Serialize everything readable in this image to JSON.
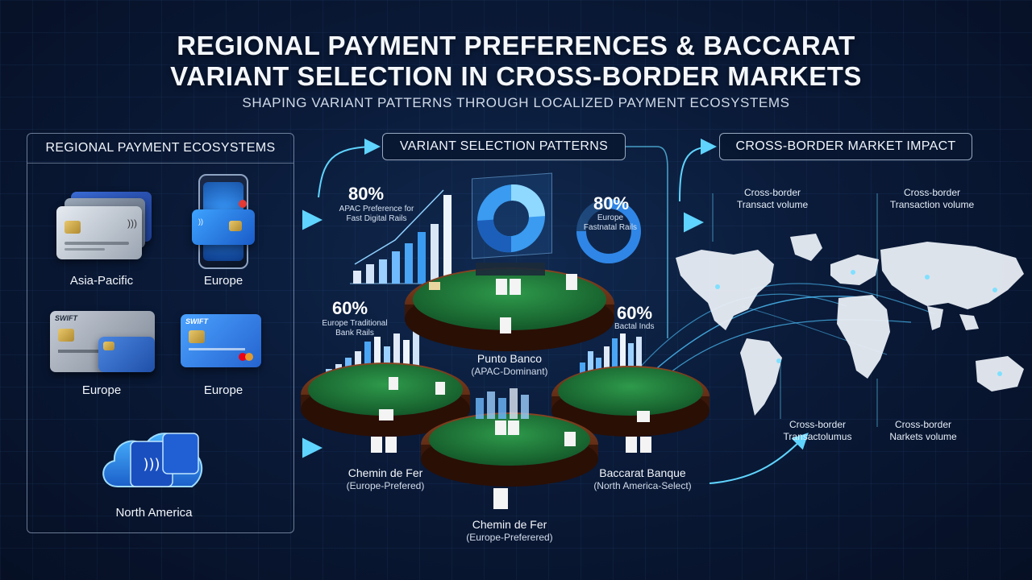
{
  "header": {
    "title_line1": "REGIONAL PAYMENT PREFERENCES & BACCARAT",
    "title_line2": "VARIANT SELECTION IN CROSS-BORDER MARKETS",
    "subtitle": "SHAPING VARIANT PATTERNS THROUGH LOCALIZED PAYMENT ECOSYSTEMS"
  },
  "sections": {
    "payment": "REGIONAL PAYMENT ECOSYSTEMS",
    "variant": "VARIANT SELECTION PATTERNS",
    "impact": "CROSS-BORDER MARKET IMPACT"
  },
  "regions": {
    "asia_pacific": "Asia-Pacific",
    "europe_mobile": "Europe",
    "europe_swift": "Europe",
    "europe_card": "Europe",
    "north_america": "North America"
  },
  "card_text": {
    "swift1": "SWIFT",
    "swift2": "SWIFT"
  },
  "stats": {
    "apac_pct": "80%",
    "apac_desc_1": "APAC Preference for",
    "apac_desc_2": "Fast Digital Rails",
    "europe_pct": "80%",
    "europe_desc_1": "Europe",
    "europe_desc_2": "Fastnatal Rails",
    "eu_trad_pct": "60%",
    "eu_trad_desc_1": "Europe Traditional",
    "eu_trad_desc_2": "Bank Rails",
    "bactal_pct": "60%",
    "bactal_desc": "Bactal Inds"
  },
  "tables": {
    "punto_name": "Punto Banco",
    "punto_sub": "(APAC-Dominant)",
    "chemin_left_name": "Chemin de Fer",
    "chemin_left_sub": "(Europe-Prefered)",
    "banque_name": "Baccarat Banque",
    "banque_sub": "(North America-Select)",
    "chemin_bottom_name": "Chemin de Fer",
    "chemin_bottom_sub": "(Europe-Preferered)"
  },
  "map_labels": {
    "tl_1": "Cross-border",
    "tl_2": "Transact volume",
    "tr_1": "Cross-border",
    "tr_2": "Transaction volume",
    "bl_1": "Cross-border",
    "bl_2": "Transactolumus",
    "br_1": "Cross-border",
    "br_2": "Narkets volume"
  },
  "colors": {
    "accent": "#3fc8ff",
    "felt": "#1f7a3a",
    "rim": "#5a2a14",
    "chart_blue": "#3a9bf0"
  }
}
